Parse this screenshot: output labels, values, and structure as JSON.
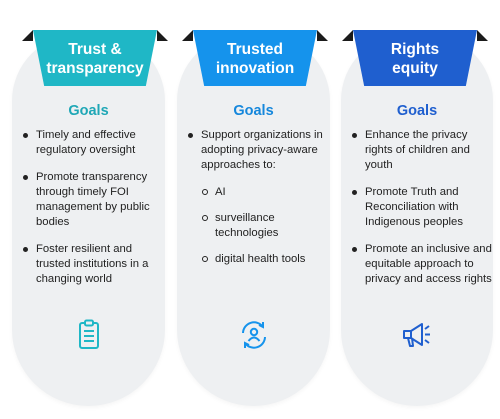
{
  "columns": [
    {
      "title_line1": "Trust &",
      "title_line2": "transparency",
      "goals_label": "Goals",
      "items": [
        "Timely and effective regulatory oversight",
        "Promote transparency through timely FOI management by public bodies",
        "Foster resilient and trusted institutions in a changing world"
      ],
      "icon": "clipboard-icon"
    },
    {
      "title_line1": "Trusted",
      "title_line2": "innovation",
      "goals_label": "Goals",
      "items": [
        "Support organizations in adopting privacy-aware approaches to:"
      ],
      "subitems": [
        "AI",
        "surveillance technologies",
        "digital health tools"
      ],
      "icon": "person-cycle-icon"
    },
    {
      "title_line1": "Rights",
      "title_line2": "equity",
      "goals_label": "Goals",
      "items": [
        "Enhance the privacy rights of children and youth",
        "Promote Truth and Reconciliation with Indigenous peoples",
        "Promote an inclusive and equitable approach to privacy and access rights"
      ],
      "icon": "megaphone-icon"
    }
  ],
  "colors": {
    "col1": "#1fb7c6",
    "col2": "#1593ec",
    "col3": "#1f5fcf",
    "card_bg": "#eef0f2"
  }
}
